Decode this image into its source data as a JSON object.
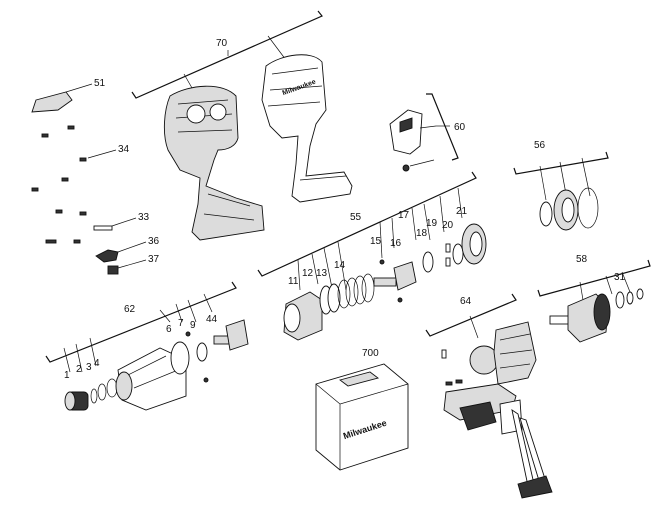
{
  "labels": {
    "p70": "70",
    "p51": "51",
    "p34": "34",
    "p33": "33",
    "p36": "36",
    "p37": "37",
    "p60": "60",
    "p56": "56",
    "p55": "55",
    "p15": "15",
    "p16": "16",
    "p17": "17",
    "p18": "18",
    "p19": "19",
    "p20": "20",
    "p21": "21",
    "p11": "11",
    "p12": "12",
    "p13": "13",
    "p14": "14",
    "p58": "58",
    "p31": "31",
    "p62": "62",
    "p6": "6",
    "p7": "7",
    "p9": "9",
    "p44": "44",
    "p1": "1",
    "p2": "2",
    "p3": "3",
    "p4": "4",
    "p64": "64",
    "p700": "700"
  },
  "brand": {
    "name": "Milwaukee",
    "color": "#111111"
  }
}
